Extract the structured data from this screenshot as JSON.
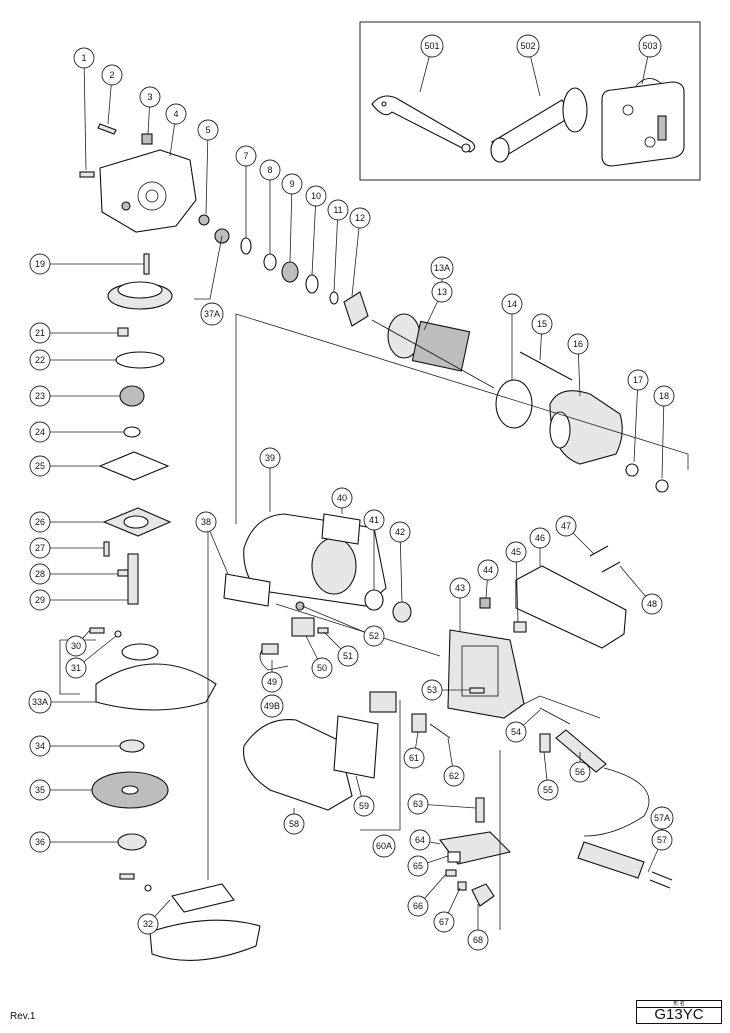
{
  "model": {
    "small_label": "形 名",
    "name": "G13YC"
  },
  "revision": "Rev.1",
  "accessories": [
    "501",
    "502",
    "503"
  ],
  "part_labels": [
    "1",
    "2",
    "3",
    "4",
    "5",
    "7",
    "8",
    "9",
    "10",
    "11",
    "12",
    "13A",
    "13",
    "14",
    "15",
    "16",
    "17",
    "18",
    "19",
    "37A",
    "21",
    "22",
    "23",
    "24",
    "25",
    "26",
    "27",
    "28",
    "29",
    "30",
    "31",
    "33A",
    "34",
    "35",
    "36",
    "32",
    "38",
    "39",
    "40",
    "41",
    "42",
    "43",
    "44",
    "45",
    "46",
    "47",
    "48",
    "49",
    "49B",
    "50",
    "51",
    "52",
    "53",
    "54",
    "55",
    "56",
    "57A",
    "57",
    "58",
    "59",
    "60A",
    "61",
    "62",
    "63",
    "64",
    "65",
    "66",
    "67",
    "68"
  ]
}
